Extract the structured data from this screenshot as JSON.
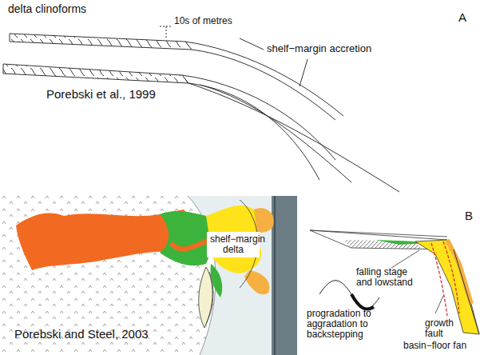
{
  "diagram": {
    "nodes": [
      {
        "text": [
          "shelf−margin delta"
        ]
      }
    ],
    "labels": [
      "delta clinoforms",
      "10s of metres",
      "A",
      "shelf−margin accretion",
      "Porebski et al., 1999",
      "B",
      "Porebski and Steel, 2003",
      "falling stage and lowstand",
      "growth fault",
      "progradation to aggradation to backstepping",
      "basin−floor fan"
    ]
  }
}
